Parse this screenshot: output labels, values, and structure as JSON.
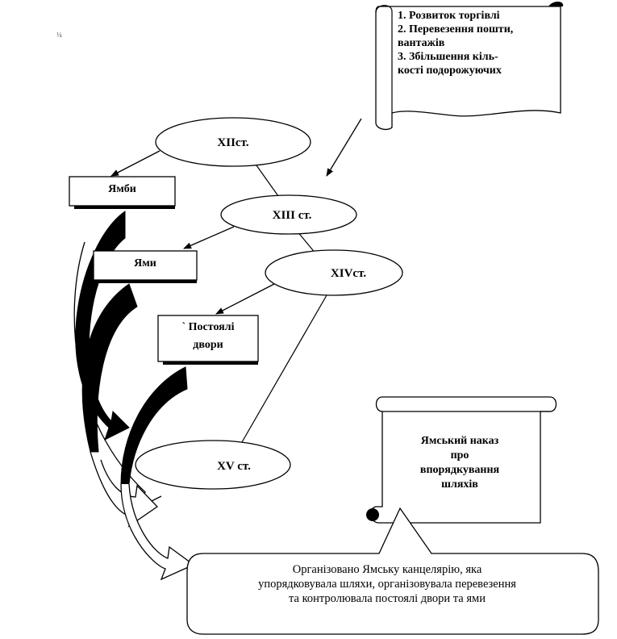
{
  "centuries": {
    "c12": "ХІІст.",
    "c13": "ХІІІ ст.",
    "c14": "XIVст.",
    "c15": "XV ст."
  },
  "boxes": {
    "yamby": "Ямби",
    "yamy": "Ями",
    "dvory_line1": "` Постоялі",
    "dvory_line2": "двори"
  },
  "reasons_scroll": {
    "line1": "1. Розвиток торгівлі",
    "line2": "2. Перевезення пошти,",
    "line3": "вантажів",
    "line4": "3. Збільшення кіль-",
    "line5": "кості подорожуючих"
  },
  "decree_scroll": {
    "line1": "Ямський наказ",
    "line2": "про",
    "line3": "впорядкування",
    "line4": "шляхів"
  },
  "result_callout": {
    "line1": "Організовано Ямську канцелярію, яка",
    "line2": "упорядковувала шляхи, організовувала перевезення",
    "line3": "та контролювала постоялі двори та ями"
  }
}
